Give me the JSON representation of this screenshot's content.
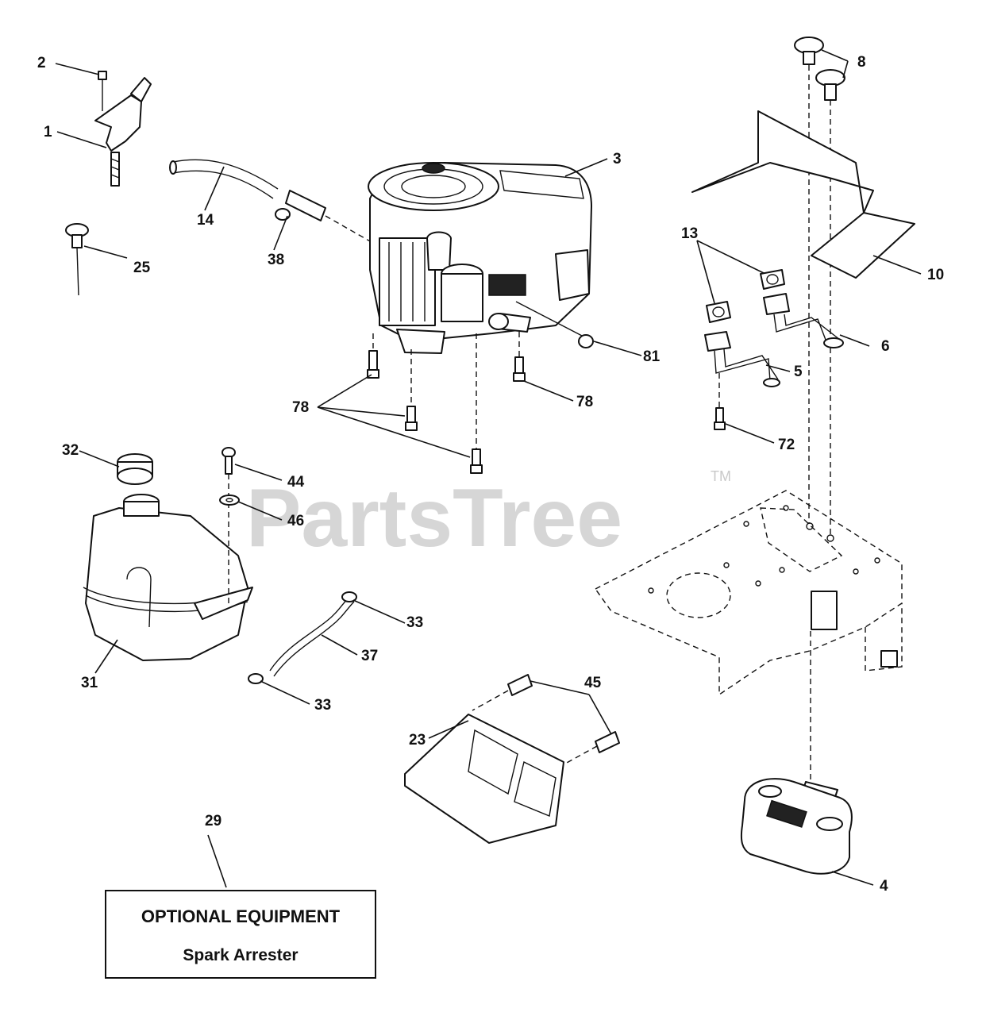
{
  "watermark": {
    "text": "PartsTree",
    "trademark": "TM"
  },
  "callouts": [
    "1",
    "2",
    "3",
    "4",
    "5",
    "6",
    "8",
    "10",
    "13",
    "14",
    "23",
    "25",
    "29",
    "31",
    "32",
    "33",
    "33",
    "37",
    "38",
    "44",
    "45",
    "46",
    "72",
    "78",
    "78",
    "81"
  ],
  "optional_box": {
    "title": "OPTIONAL EQUIPMENT",
    "subtitle": "Spark Arrester"
  }
}
